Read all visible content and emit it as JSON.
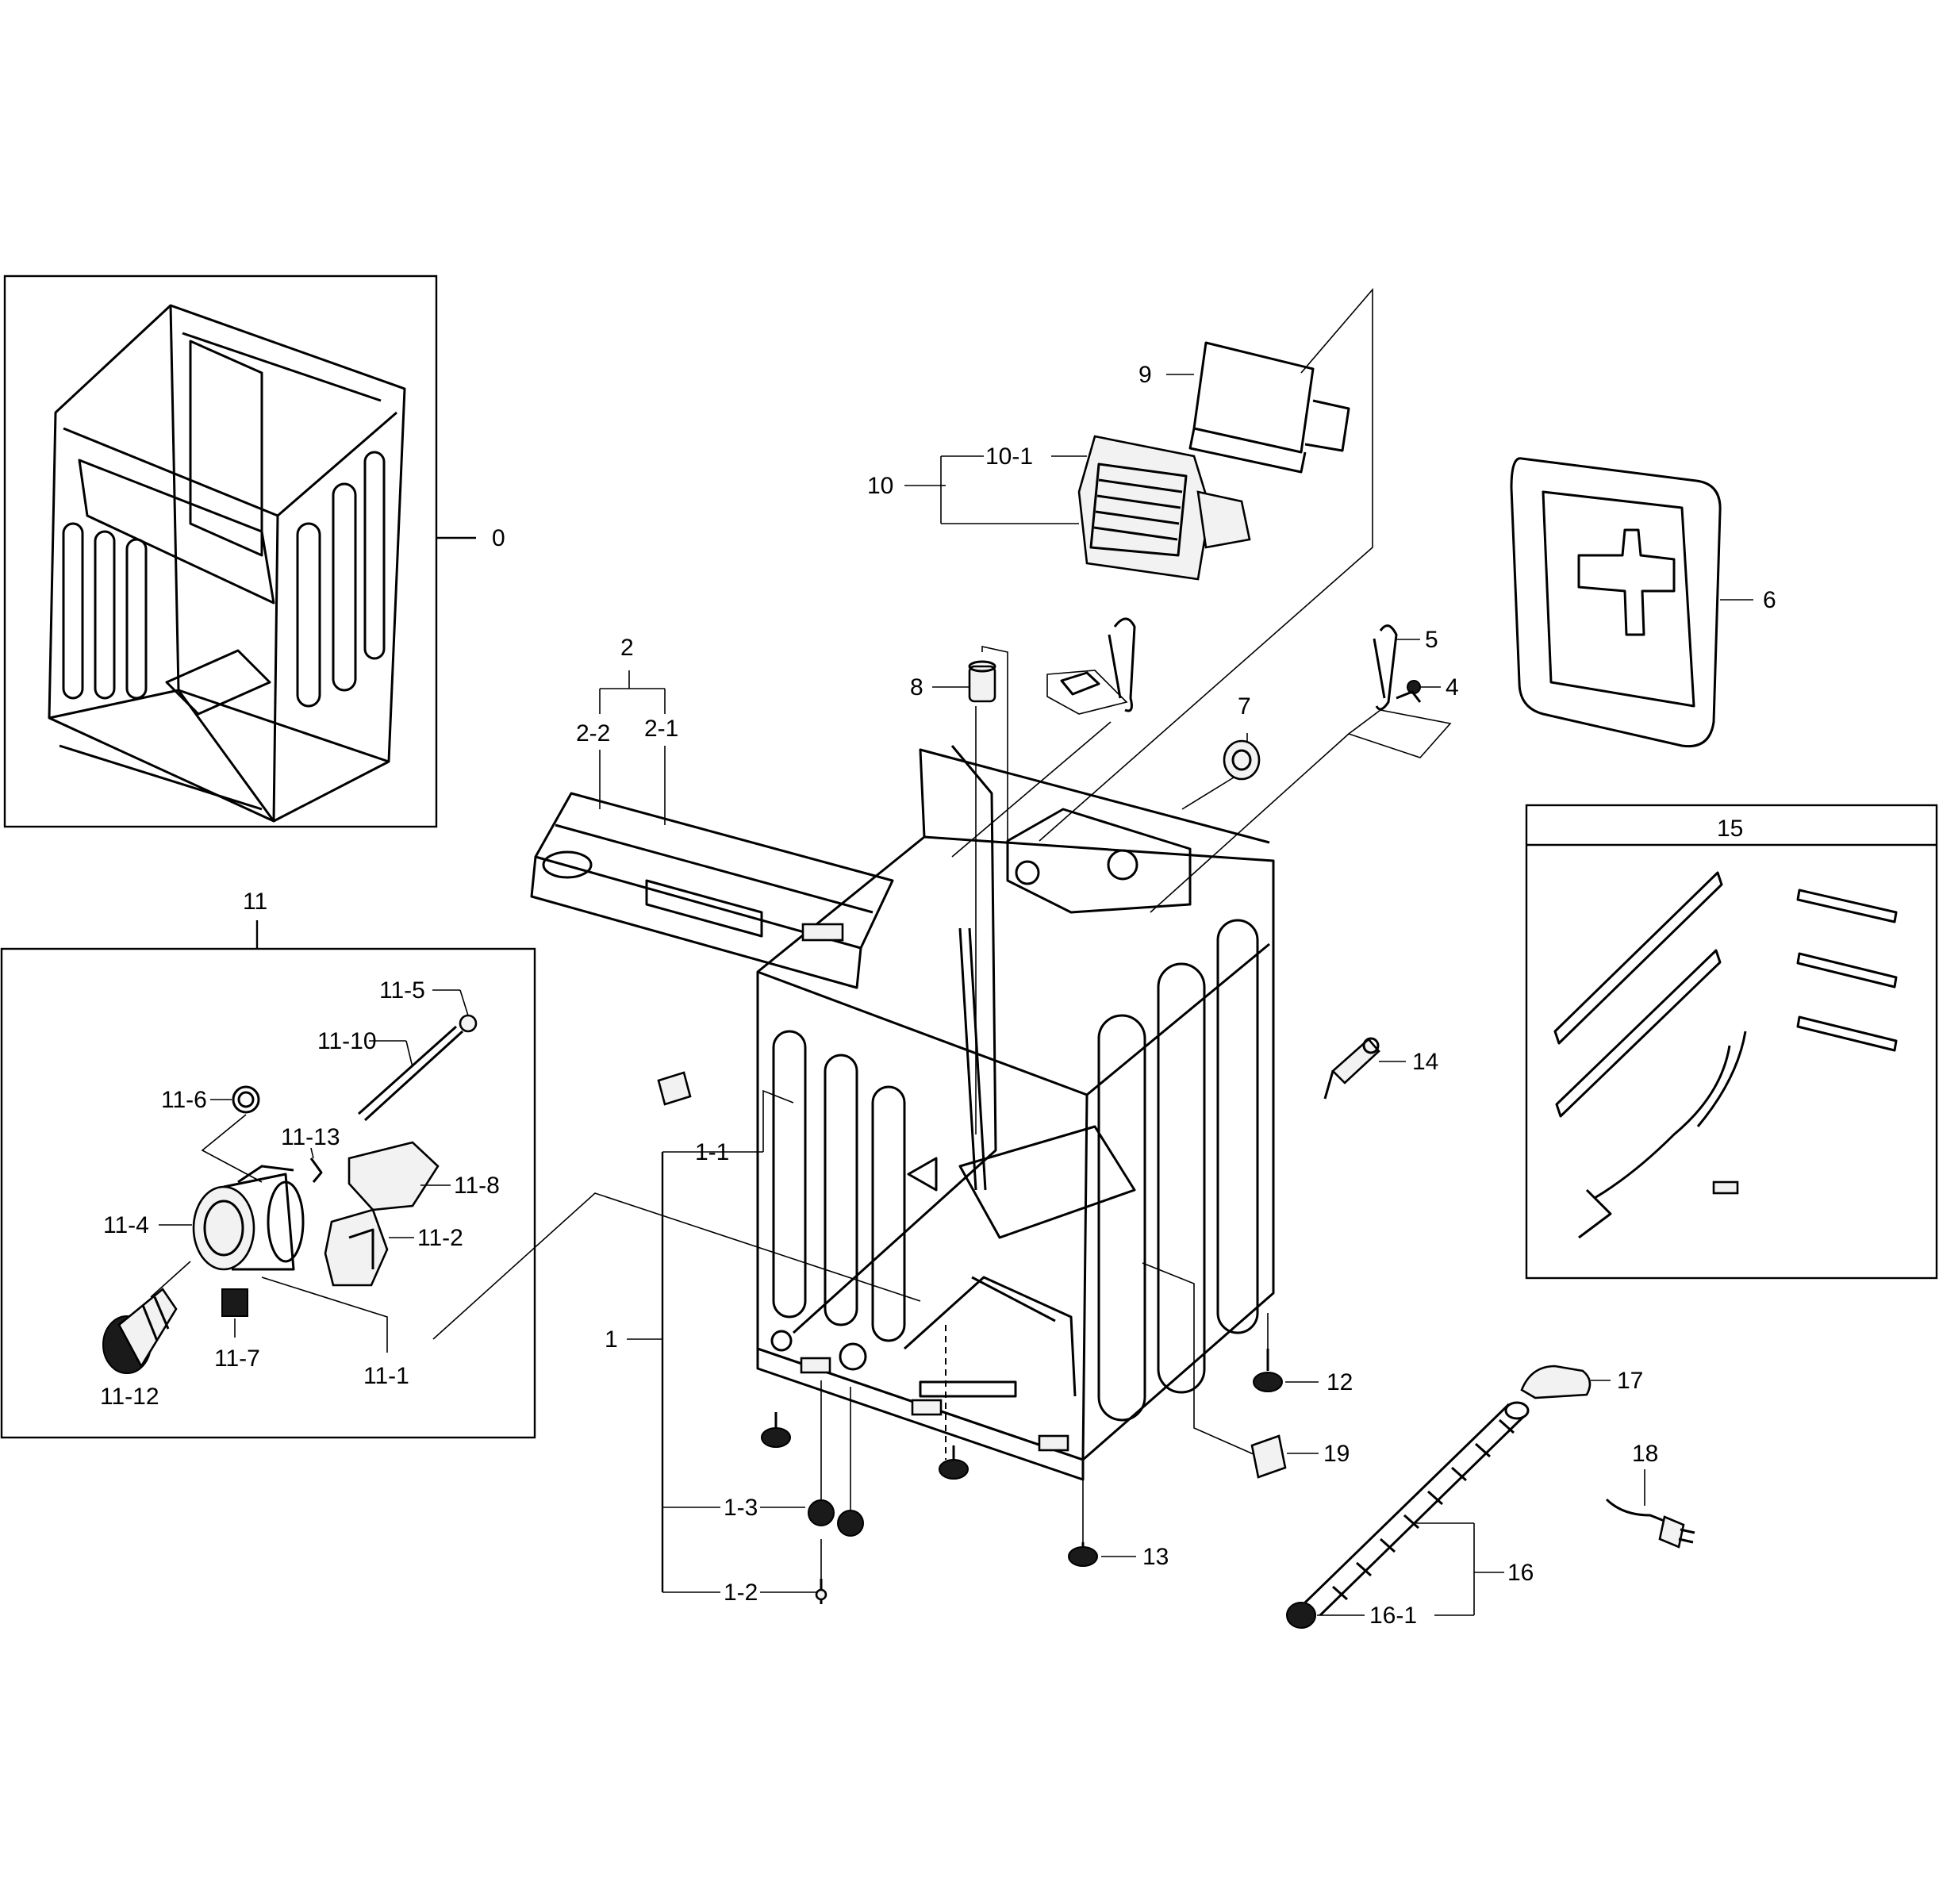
{
  "diagram": {
    "callouts": {
      "c0": "0",
      "c1": "1",
      "c1_1": "1-1",
      "c1_2": "1-2",
      "c1_3": "1-3",
      "c2": "2",
      "c2_1": "2-1",
      "c2_2": "2-2",
      "c4": "4",
      "c5": "5",
      "c6": "6",
      "c7": "7",
      "c8": "8",
      "c9": "9",
      "c10": "10",
      "c10_1": "10-1",
      "c11": "11",
      "c11_1": "11-1",
      "c11_2": "11-2",
      "c11_4": "11-4",
      "c11_5": "11-5",
      "c11_6": "11-6",
      "c11_7": "11-7",
      "c11_8": "11-8",
      "c11_10": "11-10",
      "c11_12": "11-12",
      "c11_13": "11-13",
      "c12": "12",
      "c13": "13",
      "c14": "14",
      "c15": "15",
      "c16": "16",
      "c16_1": "16-1",
      "c17": "17",
      "c18": "18",
      "c19": "19"
    }
  }
}
